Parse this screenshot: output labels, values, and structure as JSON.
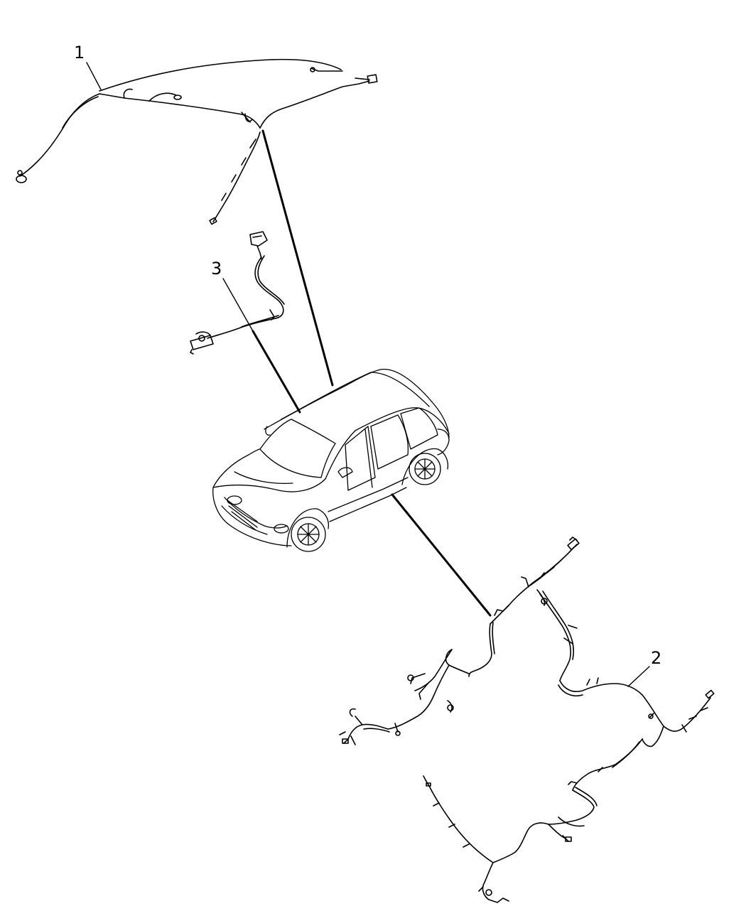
{
  "diagram": {
    "callouts": [
      {
        "id": "callout-1",
        "label": "1",
        "part": "headliner-wiring-harness"
      },
      {
        "id": "callout-2",
        "label": "2",
        "part": "body-underfloor-wiring-harness"
      },
      {
        "id": "callout-3",
        "label": "3",
        "part": "jumper-wiring-harness"
      }
    ],
    "line_color": "#000000",
    "background_color": "#ffffff"
  }
}
